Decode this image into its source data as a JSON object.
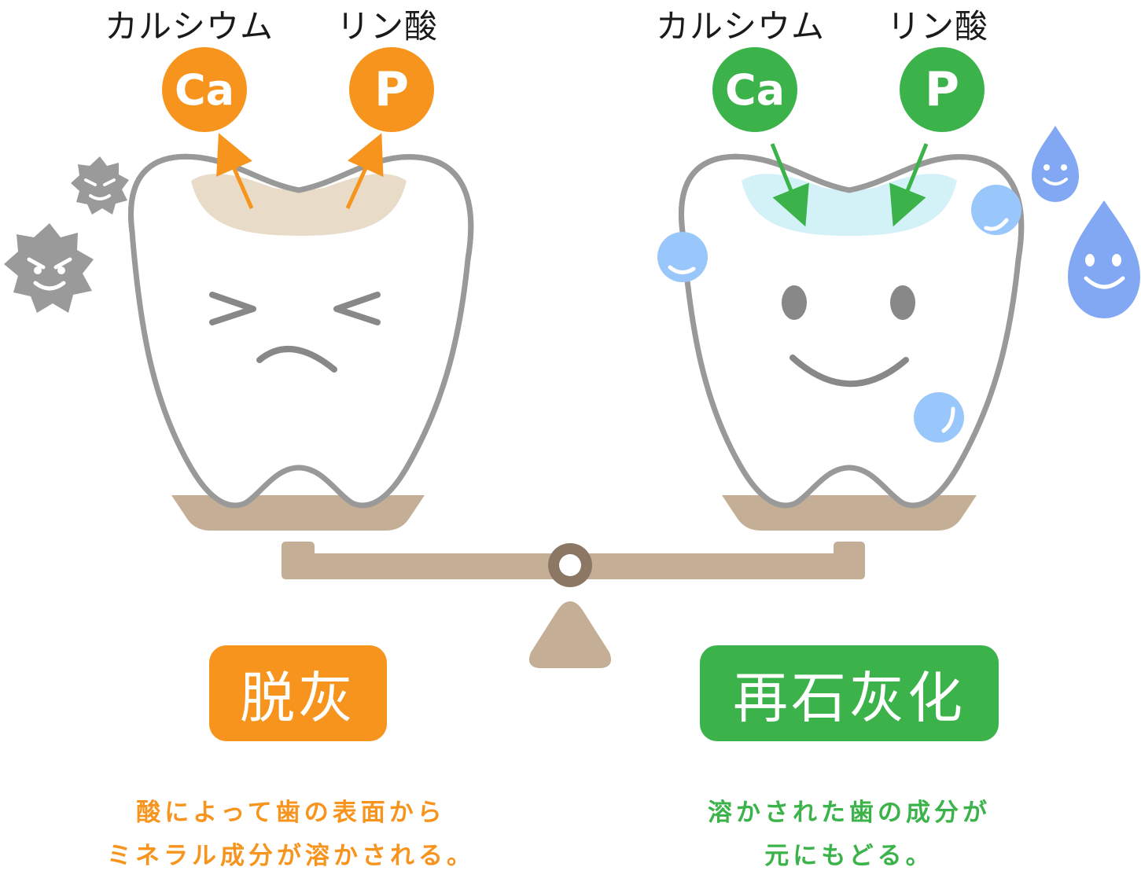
{
  "left": {
    "labels": {
      "calcium": "カルシウム",
      "phosphate": "リン酸"
    },
    "circles": {
      "calcium": "Ca",
      "phosphate": "P"
    },
    "title": "脱灰",
    "description": [
      "酸によって歯の表面から",
      "ミネラル成分が溶かされる。"
    ],
    "color": "#f7941d"
  },
  "right": {
    "labels": {
      "calcium": "カルシウム",
      "phosphate": "リン酸"
    },
    "circles": {
      "calcium": "Ca",
      "phosphate": "P"
    },
    "title": "再石灰化",
    "description": [
      "溶かされた歯の成分が",
      "元にもどる。"
    ],
    "color": "#3cb34a"
  },
  "colors": {
    "scale": "#c4ae96",
    "tooth_outline": "#999999",
    "demineralized_area": "#e8dcc8",
    "remineralized_area": "#d2f2f8",
    "bubble": "#99c7fb",
    "drop": "#82a8f3",
    "germ": "#9a9a9a"
  }
}
